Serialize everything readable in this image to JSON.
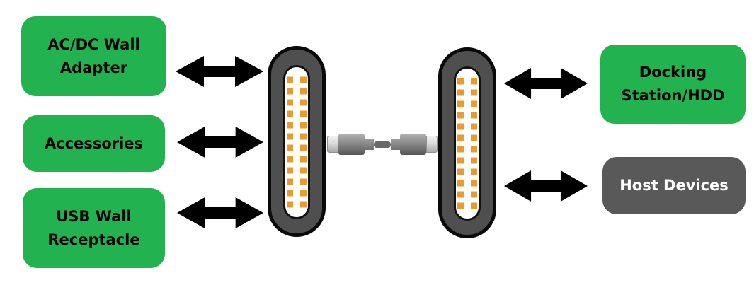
{
  "colors": {
    "background": "#ffffff",
    "green_box": "#22b350",
    "gray_box": "#595959",
    "box_text_dark": "#000000",
    "box_text_light": "#ffffff",
    "arrow": "#000000",
    "connector_body": "#4f4f4f",
    "connector_border": "#0a0a0a",
    "connector_slot": "#ffffff",
    "pin": "#e89b2e",
    "cable_tip": "#d9d9d9",
    "cable_body": "#8a8a8a",
    "cable_wire": "#6a6a6a"
  },
  "left_nodes": [
    {
      "id": "acdc-wall-adapter",
      "lines": [
        "AC/DC Wall",
        "Adapter"
      ]
    },
    {
      "id": "accessories",
      "lines": [
        "Accessories"
      ]
    },
    {
      "id": "usb-wall-receptacle",
      "lines": [
        "USB Wall",
        "Receptacle"
      ]
    }
  ],
  "right_nodes": [
    {
      "id": "docking-station-hdd",
      "lines": [
        "Docking",
        "Station/HDD"
      ]
    },
    {
      "id": "host-devices",
      "lines": [
        "Host Devices"
      ]
    }
  ],
  "connector": {
    "pins_per_column": 12,
    "pin_columns": 2
  }
}
